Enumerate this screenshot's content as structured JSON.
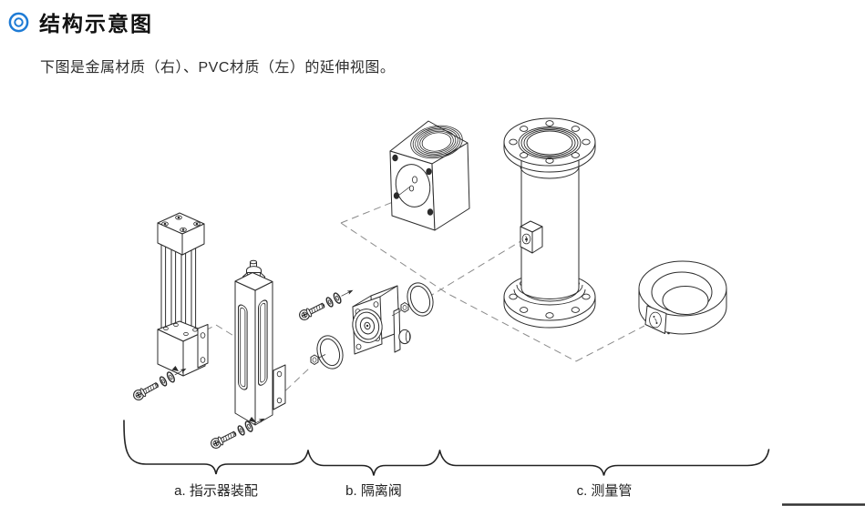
{
  "header": {
    "icon": "double-circle",
    "title": "结构示意图"
  },
  "intro": {
    "text": "下图是金属材质（右）、PVC材质（左）的延伸视图。"
  },
  "legend": {
    "sections": [
      {
        "id": "a",
        "label": "a. 指示器装配"
      },
      {
        "id": "b",
        "label": "b. 隔离阀"
      },
      {
        "id": "c",
        "label": "c. 测量管"
      }
    ]
  },
  "colors": {
    "accent_blue": "#1e7bd5",
    "line": "#2b2b2b",
    "dashed_line": "#8a8a8a",
    "text": "#1a1a1a",
    "background": "#ffffff"
  }
}
